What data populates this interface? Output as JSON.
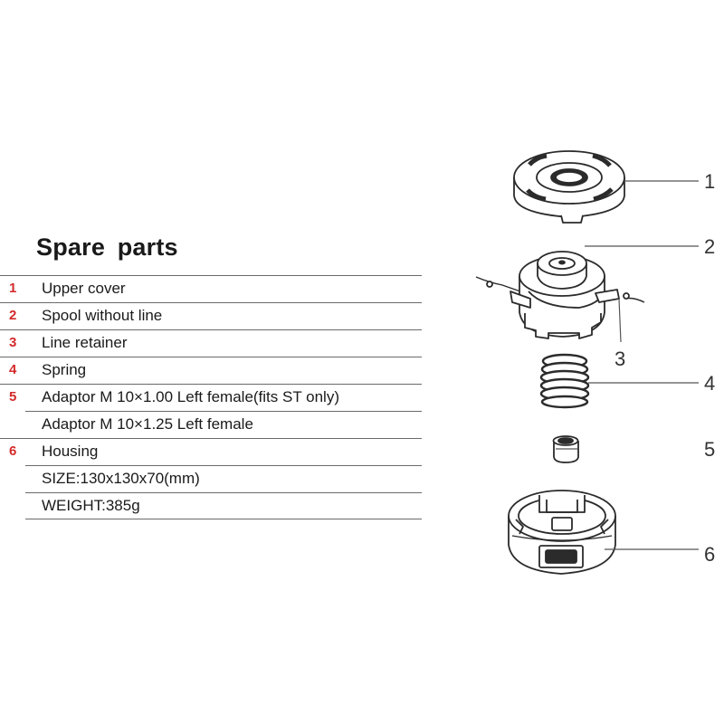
{
  "title": "Spare  parts",
  "parts": [
    {
      "num": "1",
      "label": "Upper cover"
    },
    {
      "num": "2",
      "label": "Spool without line"
    },
    {
      "num": "3",
      "label": "Line retainer"
    },
    {
      "num": "4",
      "label": "Spring"
    },
    {
      "num": "5",
      "label": "Adaptor M 10×1.00 Left female(fits ST only)"
    },
    {
      "num": "",
      "label": "Adaptor M 10×1.25 Left female"
    },
    {
      "num": "6",
      "label": "Housing"
    },
    {
      "num": "",
      "label": "SIZE:130x130x70(mm)"
    },
    {
      "num": "",
      "label": "WEIGHT:385g"
    }
  ],
  "callouts": [
    "1",
    "2",
    "3",
    "4",
    "5",
    "6"
  ],
  "colors": {
    "number_red": "#d42a2a",
    "line_gray": "#6a6a6a",
    "drawing": "#2b2b2b"
  }
}
